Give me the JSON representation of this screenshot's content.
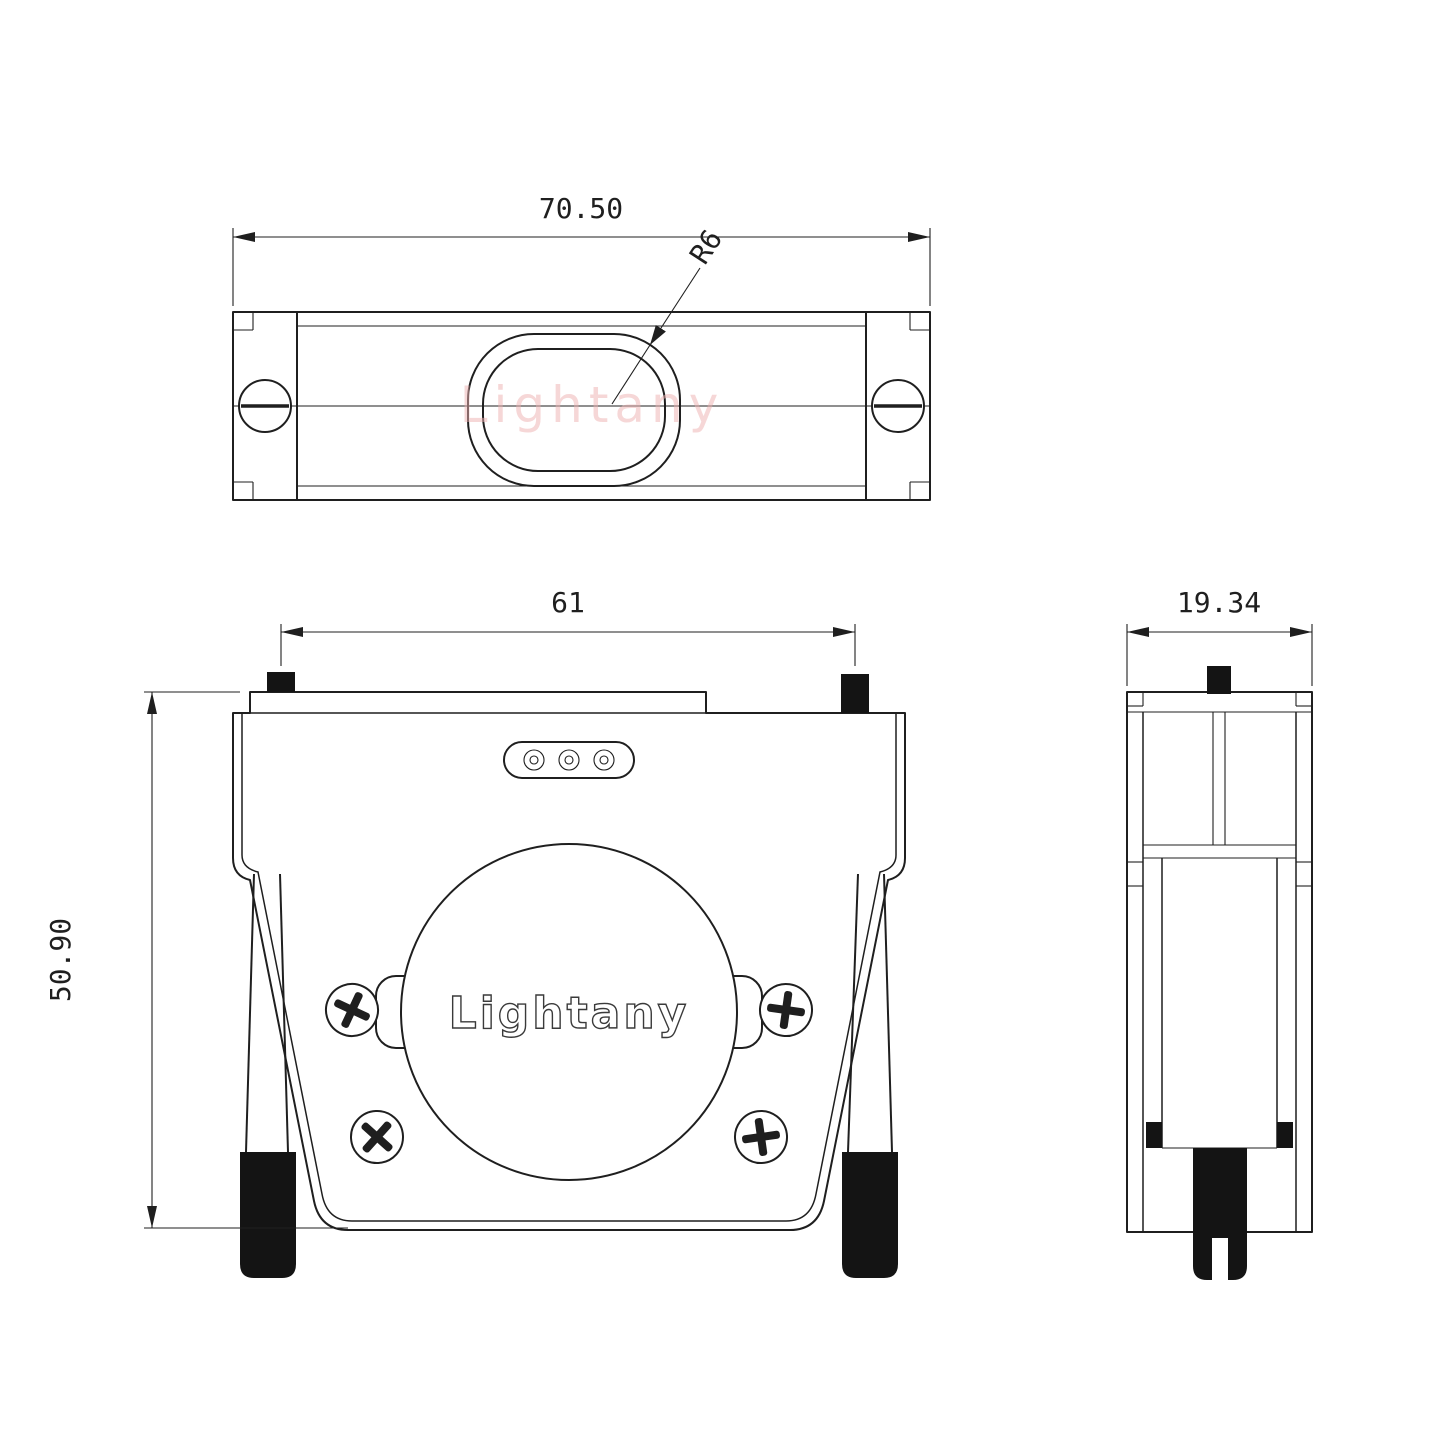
{
  "drawing": {
    "watermark": "Lightany",
    "views": {
      "top": {
        "width_dim": "70.50",
        "radius_callout": "R6"
      },
      "front": {
        "width_dim": "61",
        "height_dim": "50.90",
        "logo": "Lightany"
      },
      "side": {
        "width_dim": "19.34"
      }
    },
    "colors": {
      "line": "#1f1f1f",
      "watermark_pink": "#eeb0b0",
      "cable_black": "#141414"
    }
  }
}
